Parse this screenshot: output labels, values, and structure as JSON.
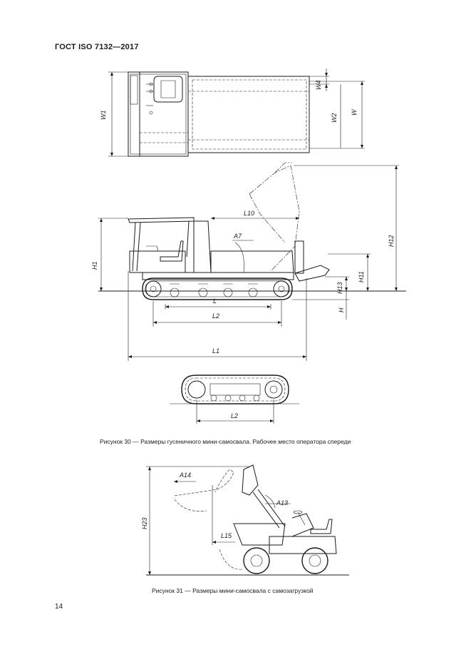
{
  "header": {
    "standard": "ГОСТ ISO 7132—2017"
  },
  "figure30": {
    "caption": "Рисунок 30 — Размеры гусеничного мини-самосвала. Рабочее место оператора спереди",
    "labels": {
      "W1": "W1",
      "W2": "W2",
      "W": "W",
      "W4": "W4",
      "H1": "H1",
      "H": "H",
      "H11": "H11",
      "H12": "H12",
      "H13": "H13",
      "L": "L",
      "L1": "L1",
      "L2": "L2",
      "L2b": "L2",
      "L10": "L10",
      "A7": "A7"
    }
  },
  "figure31": {
    "caption": "Рисунок 31 — Размеры мини-самосвала с самозагрузкой",
    "labels": {
      "H23": "H23",
      "A14": "A14",
      "A13": "A13",
      "L15": "L15"
    }
  },
  "page": {
    "number": "14"
  }
}
